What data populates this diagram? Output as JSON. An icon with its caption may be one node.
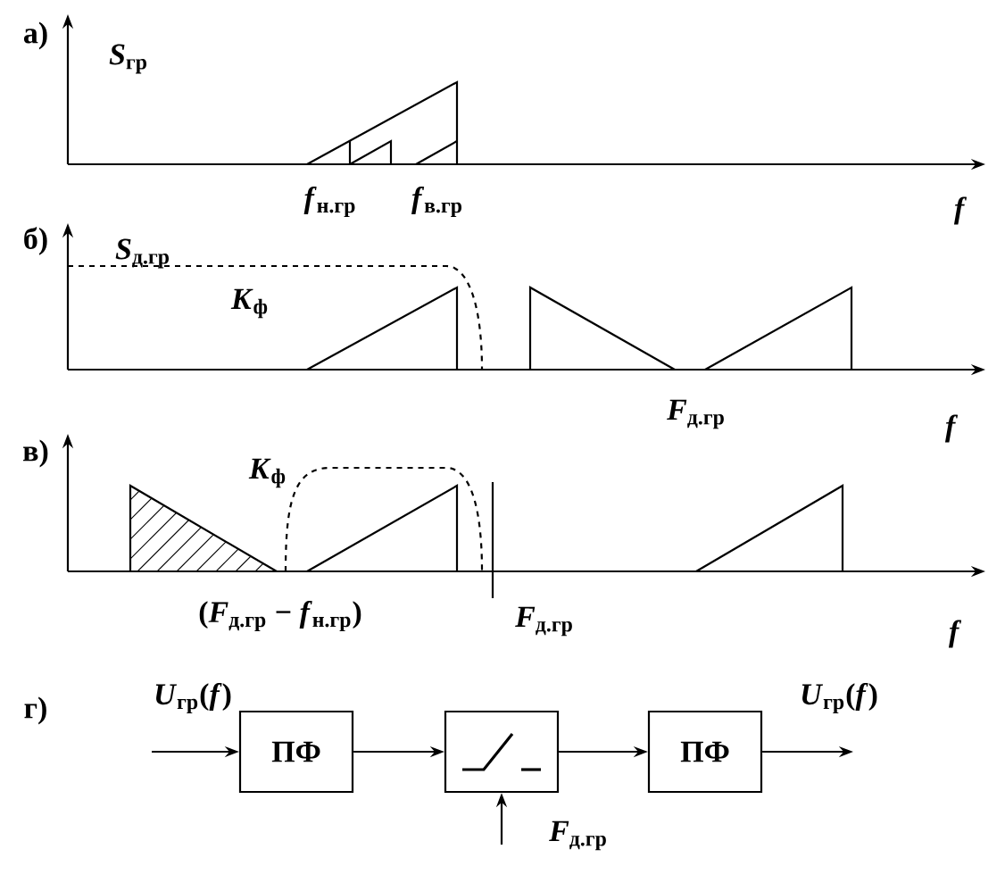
{
  "diagram": {
    "nodes": [
      {
        "text": [
          "ПФ"
        ]
      },
      {
        "text": [],
        "shape": "box"
      },
      {
        "text": [
          "ПФ"
        ]
      }
    ],
    "edges": [
      {
        "from": null,
        "to": 0,
        "arrow": "to",
        "label": "*U*$_{гр}$(*f*)"
      },
      {
        "from": 0,
        "to": 1,
        "arrow": "to"
      },
      {
        "from": 1,
        "to": 2,
        "arrow": "to"
      },
      {
        "from": 2,
        "to": null,
        "arrow": "to",
        "label": "*U*$_{гр}$(*f*)"
      },
      {
        "from": null,
        "to": 1,
        "arrow": "to",
        "label": "*F*$_{д.гр}$"
      }
    ],
    "labels": [
      "а)",
      "*S*$_{гр}$",
      "*f*$_{н.гр}$",
      "*f*$_{в.гр}$",
      "*f*",
      "б)",
      "*S*$_{д.гр}$",
      "*K*$_{ф}$",
      "*F*$_{д.гр}$",
      "*f*",
      "в)",
      "*K*$_{ф}$",
      "(*F*$_{д.гр}$ − *f*$_{н.гр}$)",
      "*F*$_{д.гр}$",
      "*f*",
      "г)"
    ]
  }
}
